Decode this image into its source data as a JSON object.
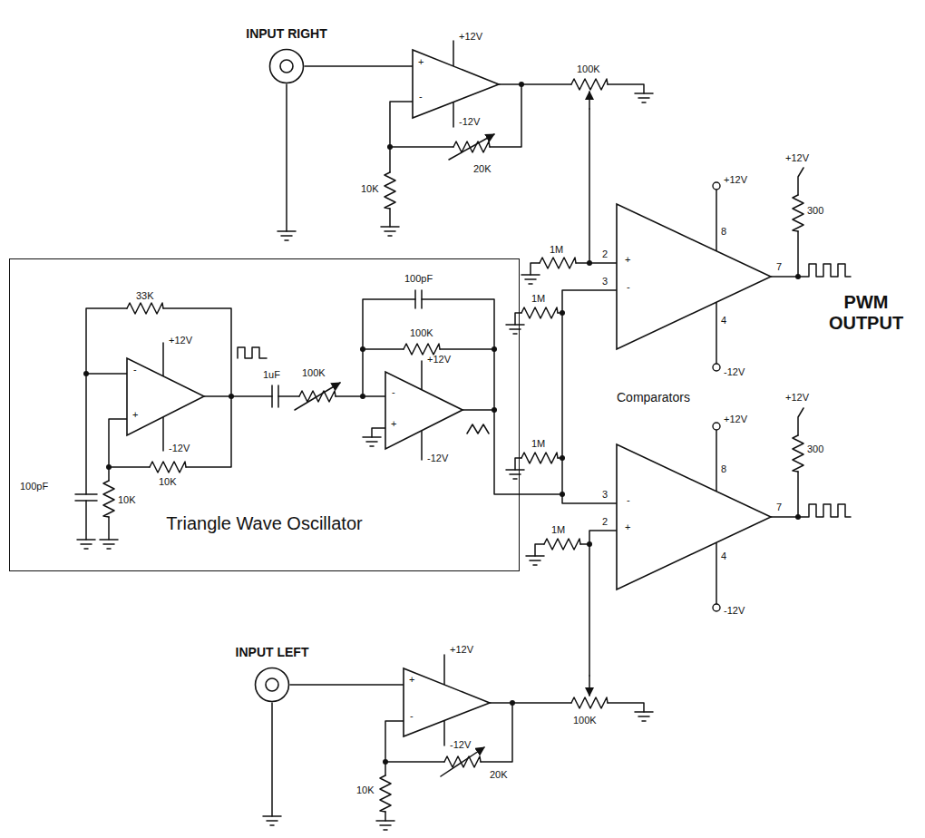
{
  "diagram": {
    "nodes": [
      {
        "text": [
          "Triangle Wave Oscillator"
        ]
      },
      {
        "text": [
          "INPUT RIGHT"
        ]
      },
      {
        "text": [
          "INPUT LEFT"
        ]
      }
    ],
    "labels": [
      "+12V",
      "-12V",
      "+",
      "-",
      "100K",
      "20K",
      "10K",
      "+12V",
      "300",
      "33K",
      "100pF",
      "100K",
      "+12V",
      "-12V",
      "-",
      "+",
      "1uF",
      "100K",
      "+12V",
      "-12V",
      "-",
      "+",
      "100pF",
      "10K",
      "10K",
      "1M",
      "2",
      "+",
      "1M",
      "3",
      "-",
      "+12V",
      "8",
      "-12V",
      "4",
      "7",
      "PWM OUTPUT",
      "Comparators",
      "+12V",
      "8",
      "1M",
      "3",
      "-",
      "1M",
      "2",
      "+",
      "4",
      "-12V",
      "7",
      "+12V",
      "300",
      "+12V",
      "-12V",
      "+",
      "-",
      "100K",
      "20K",
      "10K"
    ]
  }
}
